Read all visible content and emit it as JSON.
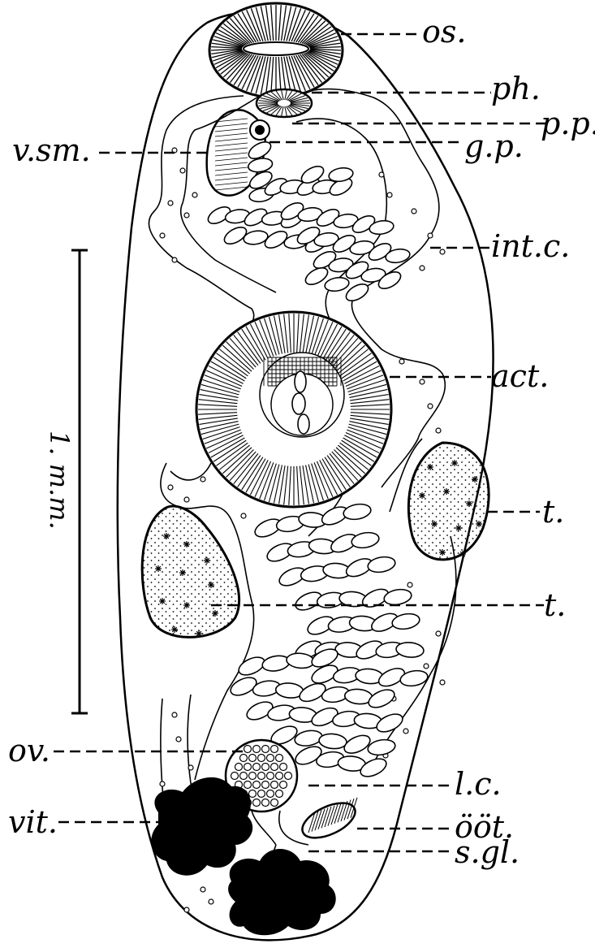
{
  "labels": {
    "os": "os.",
    "ph": "ph.",
    "pp": "p.p.",
    "gp": "g.p.",
    "vsm": "v.sm.",
    "intc": "int.c.",
    "act": "act.",
    "t1": "t.",
    "t2": "t.",
    "ov": "ov.",
    "vit": "vit.",
    "lc": "l.c.",
    "oot": "ööt.",
    "sgl": "s.gl."
  },
  "scale_bar": {
    "label": "1. m.m."
  }
}
